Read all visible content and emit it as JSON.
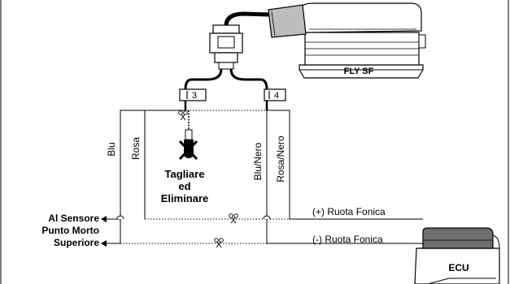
{
  "device": {
    "name": "FLY SF"
  },
  "connector_pins": [
    "3",
    "4"
  ],
  "wires": {
    "left_outer": "Blu",
    "left_inner": "Rosa",
    "right_inner": "Blu/Nero",
    "right_outer": "Rosa/Nero"
  },
  "cut_instruction": {
    "line1": "Tagliare",
    "line2": "ed",
    "line3": "Eliminare"
  },
  "sensor_label": {
    "line1": "Al Sensore",
    "line2": "Punto Morto",
    "line3": "Superiore"
  },
  "ruota_fonica": {
    "positive": "(+) Ruota Fonica",
    "negative": "(-) Ruota Fonica"
  },
  "ecu": {
    "label": "ECU"
  },
  "icons": [
    "scissors-icon",
    "scissors-icon",
    "scissors-icon",
    "plug-icon",
    "connector-icon"
  ],
  "colors": {
    "line": "#000000",
    "connector_fill": "#bdbdbd",
    "ecu_connector_fill": "#6e6e6e",
    "background": "#ffffff"
  }
}
